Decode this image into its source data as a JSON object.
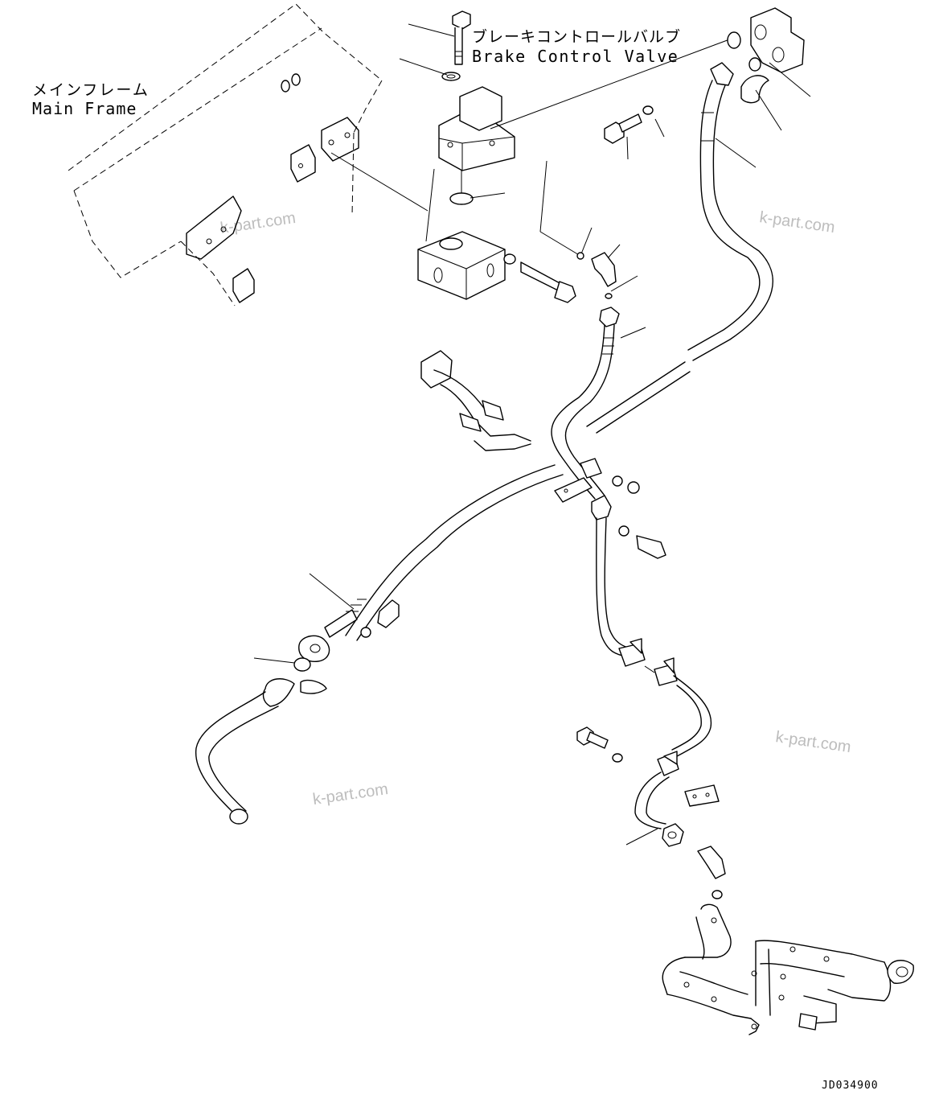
{
  "labels": {
    "main_frame_jp": "メインフレーム",
    "main_frame_en": "Main Frame",
    "brake_valve_jp": "ブレーキコントロールバルブ",
    "brake_valve_en": "Brake Control Valve",
    "drawing_number": "JD034900"
  },
  "watermarks": [
    "k-part.com",
    "k-part.com",
    "k-part.com",
    "k-part.com"
  ]
}
